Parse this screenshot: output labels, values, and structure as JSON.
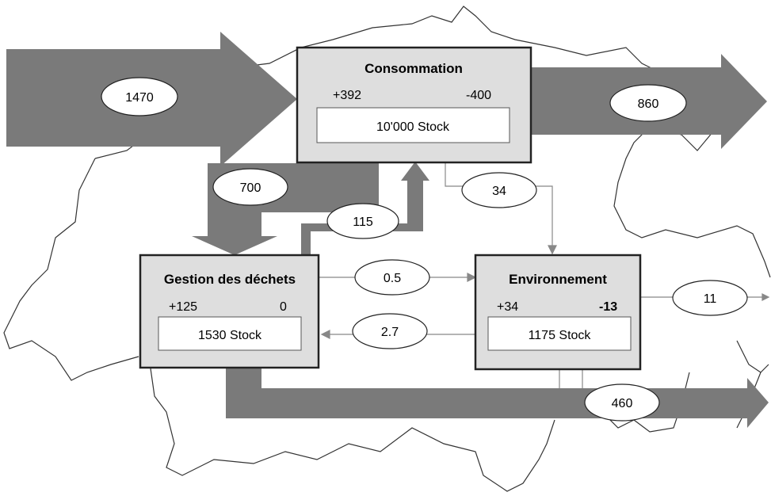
{
  "nodes": {
    "consommation": {
      "title": "Consommation",
      "plus": "+392",
      "minus": "-400",
      "stock": "10'000 Stock"
    },
    "gestion": {
      "title": "Gestion des déchets",
      "plus": "+125",
      "minus": "0",
      "stock": "1530 Stock"
    },
    "environnement": {
      "title": "Environnement",
      "plus": "+34",
      "minus": "-13",
      "stock": "1175 Stock"
    }
  },
  "flows": {
    "import_consommation": "1470",
    "export_consommation": "860",
    "consommation_to_gestion": "700",
    "gestion_to_consommation": "115",
    "consommation_to_environnement": "34",
    "gestion_to_environnement": "0.5",
    "environnement_to_gestion": "2.7",
    "environnement_export": "11",
    "gestion_export": "460"
  },
  "colors": {
    "arrow_fill": "#7a7a7a",
    "box_fill": "#dedede",
    "map_outline": "#333333"
  }
}
